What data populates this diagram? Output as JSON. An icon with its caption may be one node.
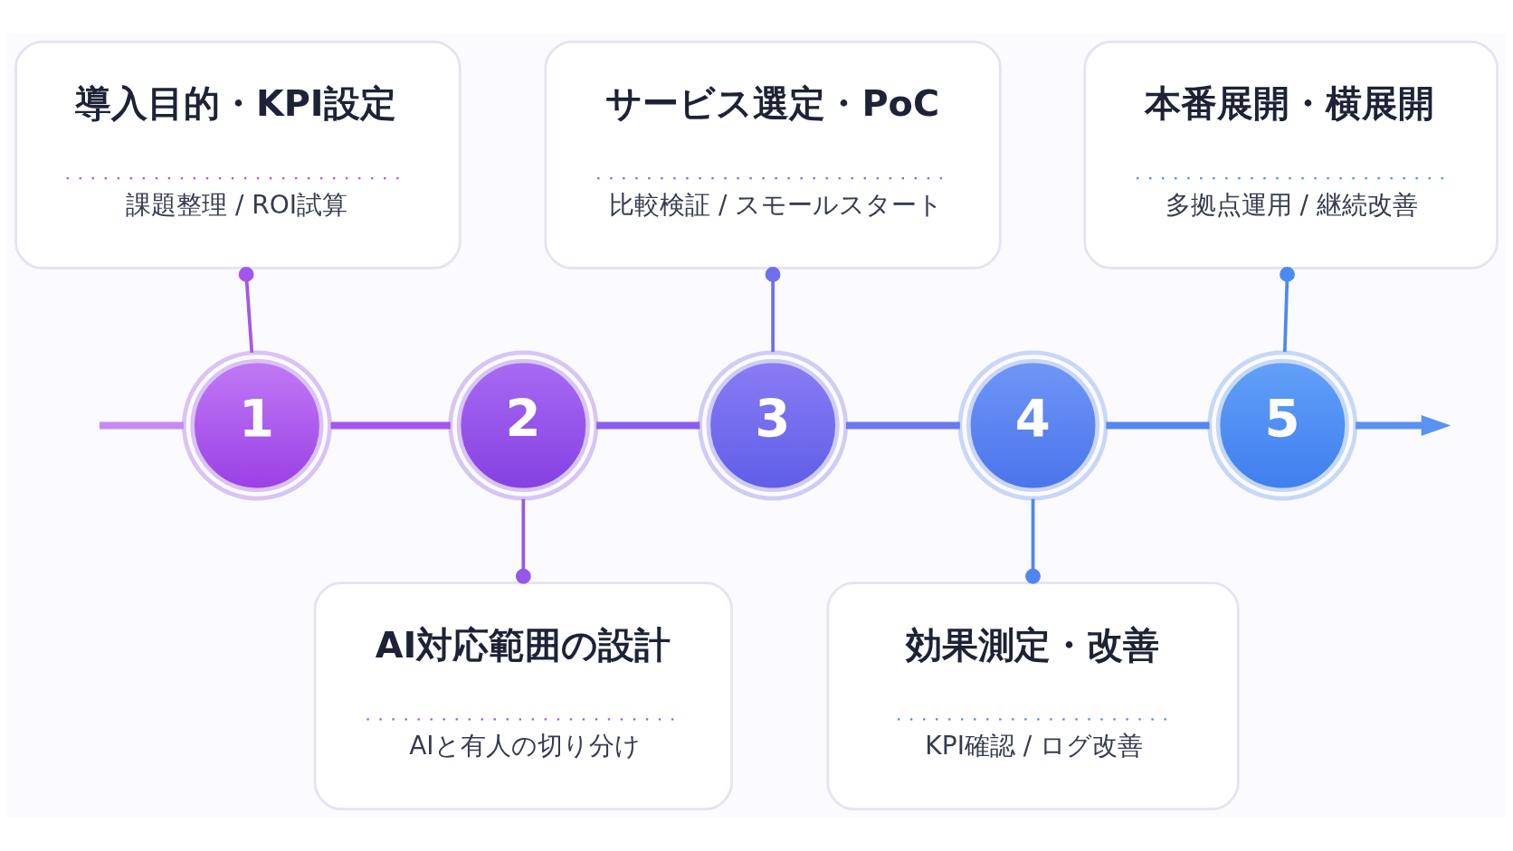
{
  "diagram": {
    "nodes": [
      {
        "text": [
          "導入目的・KPI設定",
          "課題整理 / ROI試算"
        ]
      },
      {
        "text": [
          "サービス選定・PoC",
          "比較検証 / スモールスタート"
        ]
      },
      {
        "text": [
          "本番展開・横展開",
          "多拠点運用 / 継続改善"
        ]
      },
      {
        "text": [
          "1"
        ]
      },
      {
        "text": [
          "2"
        ]
      },
      {
        "text": [
          "3"
        ]
      },
      {
        "text": [
          "4"
        ]
      },
      {
        "text": [
          "5"
        ]
      },
      {
        "text": [
          "AI対応範囲の設計",
          "AIと有人の切り分け"
        ]
      },
      {
        "text": [
          "効果測定・改善",
          "KPI確認 / ログ改善"
        ]
      }
    ],
    "edges": [
      {
        "from": null,
        "to": 3,
        "arrow": "none",
        "color": "#c68af4"
      },
      {
        "from": 3,
        "to": 4,
        "arrow": "none",
        "color": "#a455ee"
      },
      {
        "from": 4,
        "to": 5,
        "arrow": "none",
        "color": "#8a5ef0"
      },
      {
        "from": 5,
        "to": 6,
        "arrow": "none",
        "color": "#6b78ef"
      },
      {
        "from": 6,
        "to": 7,
        "arrow": "none",
        "color": "#5687f0"
      },
      {
        "from": 7,
        "to": null,
        "arrow": "to",
        "color": "#5a92f2"
      },
      {
        "from": 0,
        "to": 3,
        "arrow": "other",
        "color": "#a455ee"
      },
      {
        "from": 8,
        "to": 4,
        "arrow": "other",
        "color": "#9457ec"
      },
      {
        "from": 1,
        "to": 5,
        "arrow": "other",
        "color": "#6f6ff0"
      },
      {
        "from": 9,
        "to": 6,
        "arrow": "other",
        "color": "#4f86f0"
      },
      {
        "from": 2,
        "to": 7,
        "arrow": "other",
        "color": "#4a8af2"
      }
    ]
  }
}
